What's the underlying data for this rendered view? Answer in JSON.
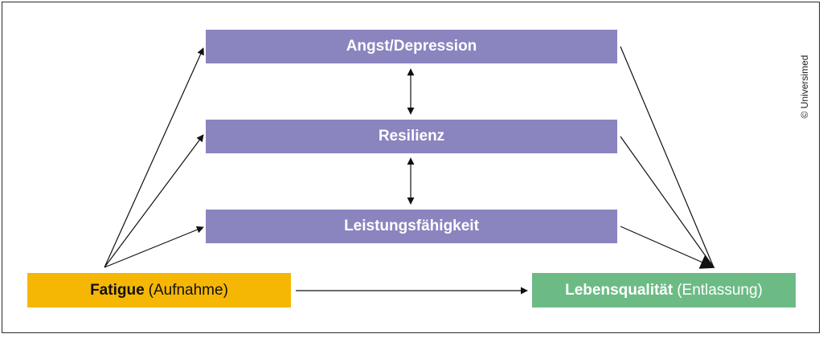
{
  "diagram": {
    "boxes": {
      "angst": {
        "label": "Angst/Depression"
      },
      "resilienz": {
        "label": "Resilienz"
      },
      "leistung": {
        "label": "Leistungsfähigkeit"
      },
      "fatigue": {
        "bold": "Fatigue",
        "normal": "(Aufnahme)"
      },
      "lebensqualitaet": {
        "bold": "Lebensqualität",
        "normal": "(Entlassung)"
      }
    },
    "copyright": "© Universimed",
    "colors": {
      "purple": "#8a84bf",
      "fatigue": "#f6b704",
      "lebensqualitaet": "#6cbb85",
      "arrow": "#111111"
    }
  }
}
